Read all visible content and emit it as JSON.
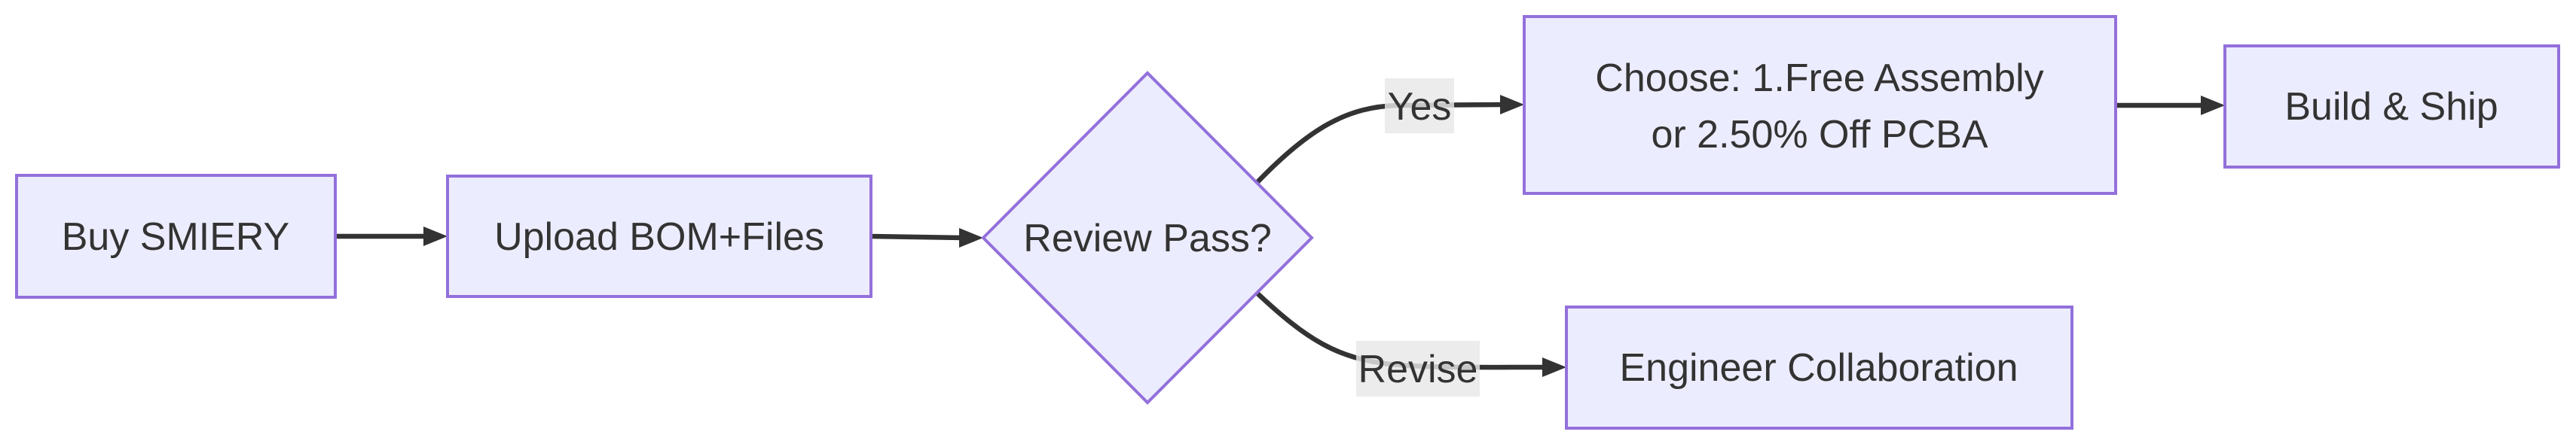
{
  "diagram": {
    "type": "flowchart",
    "direction": "left-to-right",
    "background": "#FFFFFF",
    "colors": {
      "node_fill": "#ECECFF",
      "node_border": "#9370DB",
      "edge_color": "#333333",
      "text_color": "#333333",
      "edge_label_bg": "#E8E8E8"
    },
    "nodes": [
      {
        "id": "buy",
        "shape": "rect",
        "label": "Buy SMIERY"
      },
      {
        "id": "upload",
        "shape": "rect",
        "label": "Upload BOM+Files"
      },
      {
        "id": "review",
        "shape": "diamond",
        "label": "Review Pass?"
      },
      {
        "id": "choose",
        "shape": "rect",
        "label_lines": [
          "Choose: 1.Free Assembly",
          "or 2.50% Off PCBA"
        ]
      },
      {
        "id": "build",
        "shape": "rect",
        "label": "Build & Ship"
      },
      {
        "id": "collab",
        "shape": "rect",
        "label": "Engineer Collaboration"
      }
    ],
    "edges": [
      {
        "from": "buy",
        "to": "upload",
        "label": ""
      },
      {
        "from": "upload",
        "to": "review",
        "label": ""
      },
      {
        "from": "review",
        "to": "choose",
        "label": "Yes"
      },
      {
        "from": "review",
        "to": "collab",
        "label": "Revise"
      },
      {
        "from": "choose",
        "to": "build",
        "label": ""
      }
    ]
  }
}
